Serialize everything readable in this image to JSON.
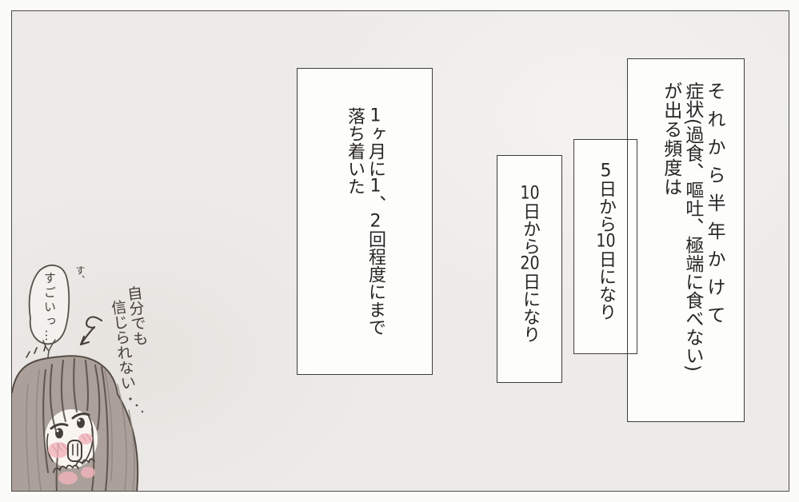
{
  "scene": {
    "type": "manga-comic-panel",
    "language": "ja"
  },
  "colors": {
    "page_bg": "#fbfbfa",
    "panel_bg": "#edebe8",
    "panel_border": "#4d4c49",
    "box_bg": "#fdfdfc",
    "box_border": "#3e3d3b",
    "text": "#282624",
    "ink": "#463e38",
    "hair": "#aba09a",
    "face": "#f8f5f1",
    "blush": "#f0b4bc",
    "bubble_bg": "#f3f1ee"
  },
  "narration_boxes": [
    {
      "lines": [
        "それから半年かけて",
        "症状(過食、嘔吐、極端に食べない)",
        "が出る頻度は"
      ]
    },
    {
      "lines": [
        "5日から10日になり"
      ]
    },
    {
      "lines": [
        "10日から20日になり"
      ]
    },
    {
      "lines": [
        "1ヶ月に1、2回程度にまで",
        "落ち着いた"
      ]
    }
  ],
  "speech_bubble": {
    "stutter": "す、",
    "text": "すごいっ…"
  },
  "handwritten_note": {
    "lines": [
      "自分でも",
      "信じられない"
    ]
  },
  "character": {
    "description": "long-haired girl, blushing, hands clasped, amazed expression"
  }
}
